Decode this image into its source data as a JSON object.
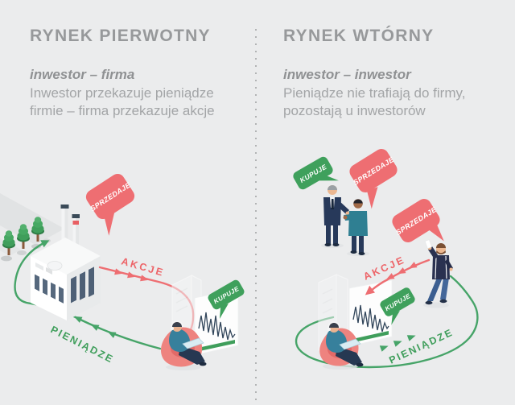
{
  "colors": {
    "background": "#ebeced",
    "heading_gray": "#97999b",
    "body_gray": "#a3a5a7",
    "accent_red": "#ee6e72",
    "accent_green": "#3fa05c",
    "navy": "#27395a"
  },
  "panels": {
    "left": {
      "title": "RYNEK PIERWOTNY",
      "subtitle": "inwestor – firma",
      "description_line1": "Inwestor przekazuje pieniądze",
      "description_line2": "firmie – firma przekazuje akcje",
      "labels": {
        "sells": "SPRZEDAJE",
        "chart_buys": "KUPUJE",
        "shares": "AKCJE",
        "money": "PIENIĄDZE"
      }
    },
    "right": {
      "title": "RYNEK WTÓRNY",
      "subtitle": "inwestor – inwestor",
      "description_line1": "Pieniądze nie trafiają do firmy,",
      "description_line2": "pozostają u inwestorów",
      "labels": {
        "handshake_buys": "KUPUJE",
        "handshake_sells": "SPRZEDAJE",
        "standing_sells": "SPRZEDAJE",
        "shares": "AKCJE",
        "chart_buys": "KUPUJE",
        "money": "PIENIĄDZE"
      }
    }
  }
}
